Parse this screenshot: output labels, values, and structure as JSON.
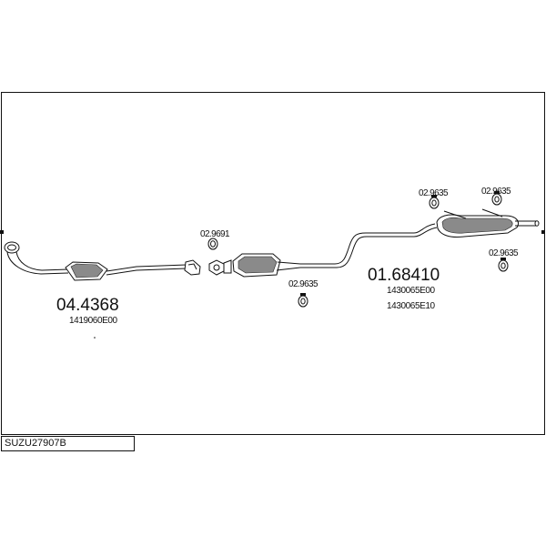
{
  "diagram": {
    "code": "SUZU27907B",
    "catalytic_front": {
      "part_number": "04.4368",
      "oem": [
        "1419060E00"
      ]
    },
    "gasket": {
      "part_number": "02.9691"
    },
    "rear_silencer": {
      "part_number": "01.68410",
      "oem": [
        "1430065E00",
        "1430065E10"
      ]
    },
    "mount_center": {
      "part_number": "02.9635"
    },
    "mount_rear_left": {
      "part_number": "02.9635"
    },
    "mount_rear_right": {
      "part_number": "02.9635"
    },
    "mount_tail": {
      "part_number": "02.9635"
    }
  }
}
